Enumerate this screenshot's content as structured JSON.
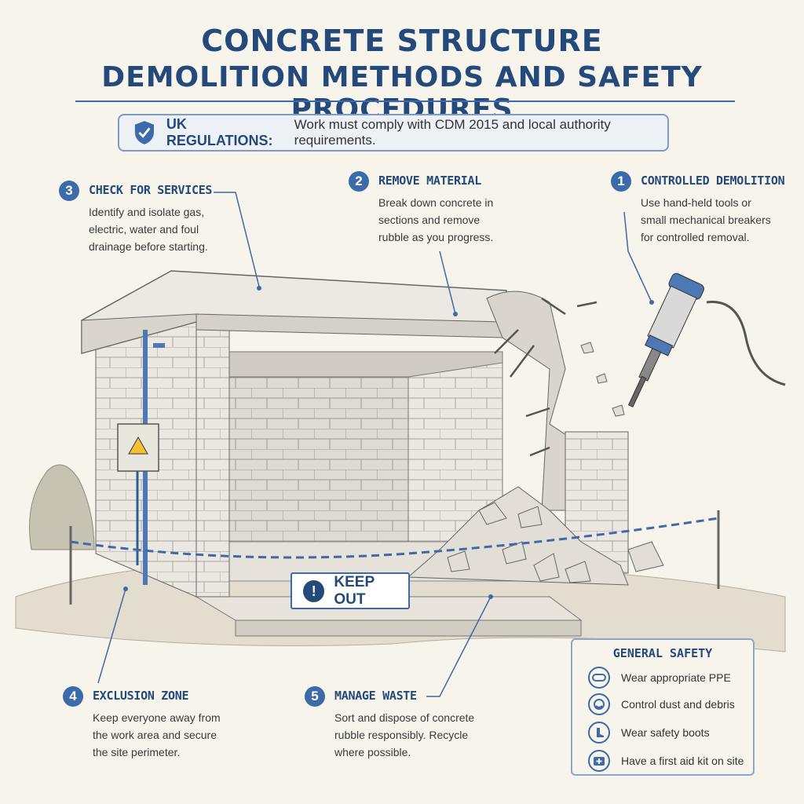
{
  "header": {
    "title_line1": "CONCRETE STRUCTURE",
    "title_line2": "DEMOLITION METHODS AND SAFETY PROCEDURES"
  },
  "regulations": {
    "label": "UK REGULATIONS:",
    "text": "Work must comply with CDM 2015 and local authority requirements.",
    "icon": "shield-check-icon"
  },
  "steps": [
    {
      "num": "1",
      "title": "CONTROLLED DEMOLITION",
      "lines": [
        "Use hand-held tools or",
        "small mechanical breakers",
        "for controlled removal."
      ]
    },
    {
      "num": "2",
      "title": "REMOVE MATERIAL",
      "lines": [
        "Break down concrete in",
        "sections and remove",
        "rubble as you progress."
      ]
    },
    {
      "num": "3",
      "title": "CHECK FOR SERVICES",
      "lines": [
        "Identify and isolate gas,",
        "electric, water and foul",
        "drainage before starting."
      ]
    },
    {
      "num": "4",
      "title": "EXCLUSION ZONE",
      "lines": [
        "Keep everyone away from",
        "the work area and secure",
        "the site perimeter."
      ]
    },
    {
      "num": "5",
      "title": "MANAGE WASTE",
      "lines": [
        "Sort and dispose of concrete",
        "rubble responsibly. Recycle",
        "where possible."
      ]
    }
  ],
  "sign": {
    "text": "KEEP OUT",
    "icon": "exclamation-icon"
  },
  "general_safety": {
    "title": "GENERAL SAFETY",
    "items": [
      {
        "text": "Wear appropriate PPE",
        "icon": "goggles-icon"
      },
      {
        "text": "Control dust and debris",
        "icon": "dust-mask-icon"
      },
      {
        "text": "Wear safety boots",
        "icon": "boot-icon"
      },
      {
        "text": "Have a first aid kit on site",
        "icon": "first-aid-icon"
      }
    ]
  },
  "colors": {
    "accent": "#3d6aa8",
    "heading": "#234a7a",
    "background": "#f7f4ec"
  }
}
